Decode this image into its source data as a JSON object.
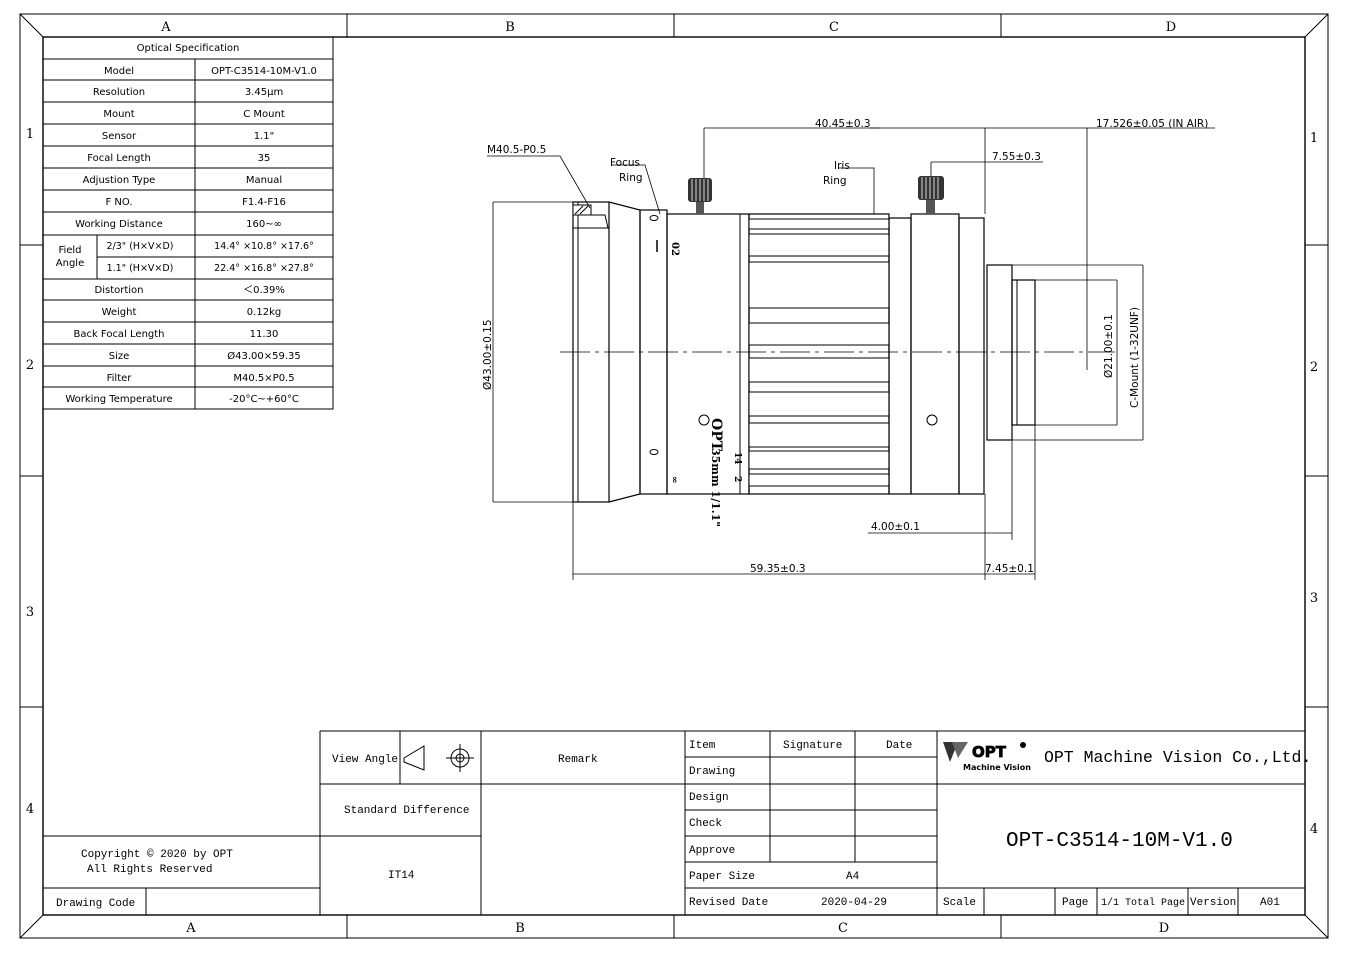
{
  "frame": {
    "col_labels": [
      "A",
      "B",
      "C",
      "D"
    ],
    "row_labels": [
      "1",
      "2",
      "3",
      "4"
    ]
  },
  "spec": {
    "title": "Optical Specification",
    "rows": [
      {
        "label": "Model",
        "value": "OPT-C3514-10M-V1.0"
      },
      {
        "label": "Resolution",
        "value": "3.45μm"
      },
      {
        "label": "Mount",
        "value": "C Mount"
      },
      {
        "label": "Sensor",
        "value": "1.1\""
      },
      {
        "label": "Focal Length",
        "value": "35"
      },
      {
        "label": "Adjustion Type",
        "value": "Manual"
      },
      {
        "label": "F NO.",
        "value": "F1.4-F16"
      },
      {
        "label": "Working Distance",
        "value": "160~∞"
      }
    ],
    "field_angle": {
      "label_line1": "Field",
      "label_line2": "Angle",
      "rows": [
        {
          "sub": "2/3\" (H×V×D)",
          "value": "14.4° ×10.8° ×17.6°"
        },
        {
          "sub": "1.1\" (H×V×D)",
          "value": "22.4° ×16.8° ×27.8°"
        }
      ]
    },
    "rows2": [
      {
        "label": "Distortion",
        "value": "＜0.39%"
      },
      {
        "label": "Weight",
        "value": "0.12kg"
      },
      {
        "label": "Back Focal Length",
        "value": "11.30"
      },
      {
        "label": "Size",
        "value": "Ø43.00×59.35"
      },
      {
        "label": "Filter",
        "value": "M40.5×P0.5"
      },
      {
        "label": "Working Temperature",
        "value": "-20°C~+60°C"
      }
    ]
  },
  "drawing": {
    "filter_thread": "M40.5-P0.5",
    "focus_ring_1": "Focus",
    "focus_ring_2": "Ring",
    "iris_ring_1": "Iris",
    "iris_ring_2": "Ring",
    "dim_top": "40.45±0.3",
    "dim_flange": "17.526±0.05 (IN AIR)",
    "dim_screw": "7.55±0.3",
    "dim_dia": "Ø43.00±0.15",
    "dim_mount_dia": "Ø21.00±0.1",
    "mount_thread": "C-Mount (1-32UNF)",
    "dim_mount_len": "4.00±0.1",
    "dim_total": "59.35±0.3",
    "dim_back": "7.45±0.1",
    "barrel_text_1": "OPT",
    "barrel_text_2": "35mm 1/1.1\"",
    "scale_marks": [
      "02",
      "14",
      "2",
      "∞"
    ]
  },
  "title_block": {
    "view_angle": "View Angle",
    "remark": "Remark",
    "standard_difference": "Standard Difference",
    "it": "IT14",
    "copyright_1": "Copyright © 2020 by OPT",
    "copyright_2": "All Rights Reserved",
    "drawing_code": "Drawing Code",
    "item": "Item",
    "signature": "Signature",
    "date": "Date",
    "drawing": "Drawing",
    "design": "Design",
    "check": "Check",
    "approve": "Approve",
    "paper_size": "Paper Size",
    "paper_size_value": "A4",
    "revised_date": "Revised Date",
    "revised_date_value": "2020-04-29",
    "logo_text": "OPT",
    "logo_sub": "Machine Vision",
    "company": "OPT Machine Vision Co.,Ltd.",
    "part_number": "OPT-C3514-10M-V1.0",
    "scale": "Scale",
    "page": "Page",
    "total_page": "1/1 Total Page",
    "version": "Version",
    "version_value": "A01"
  }
}
